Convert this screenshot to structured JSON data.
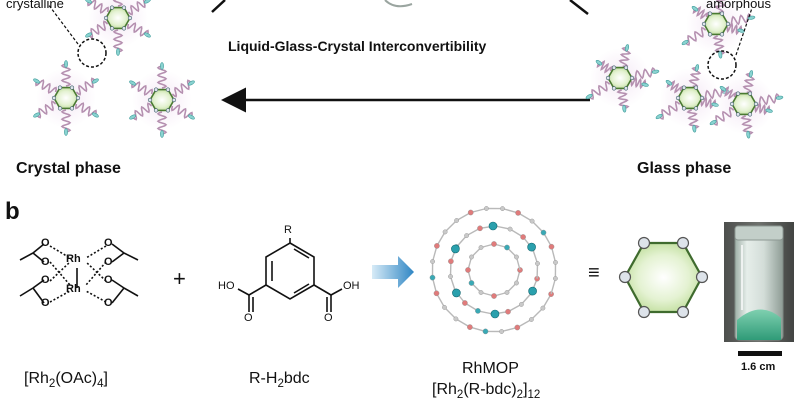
{
  "panel_a": {
    "center_title": "Liquid-Glass-Crystal Interconvertibility",
    "crystal_phase_label": "Crystal phase",
    "glass_phase_label": "Glass phase",
    "crystalline_callout": "crystalline",
    "amorphous_callout": "amorphous"
  },
  "panel_b": {
    "panel_letter": "b",
    "plus_sign": "+",
    "equiv_sign": "≡",
    "rh_atom": "Rh",
    "r_group": "R",
    "ho_group": "HO",
    "oh_group": "OH",
    "oxygen_atom": "O",
    "rh2oac4_label": {
      "pre": "[Rh",
      "sub1": "2",
      "mid": "(OAc)",
      "sub2": "4",
      "post": "]"
    },
    "rh2bdc_label": {
      "pre": "R-H",
      "sub1": "2",
      "post": "bdc"
    },
    "rhmop_label": "RhMOP",
    "rhmop_formula": {
      "pre": "[Rh",
      "sub1": "2",
      "mid": "(R-bdc)",
      "sub2": "2",
      "post": "]",
      "sub3": "12"
    },
    "scale_bar_label": "1.6 cm"
  },
  "colors": {
    "hexagon_fill": "#c9e4a7",
    "hexagon_stroke": "#4a7a32",
    "chain_color": "#b590b0",
    "glow_color": "#e9d7ec",
    "arrow_blue": "#3c8fc6",
    "vial_powder": "#4fb391"
  }
}
